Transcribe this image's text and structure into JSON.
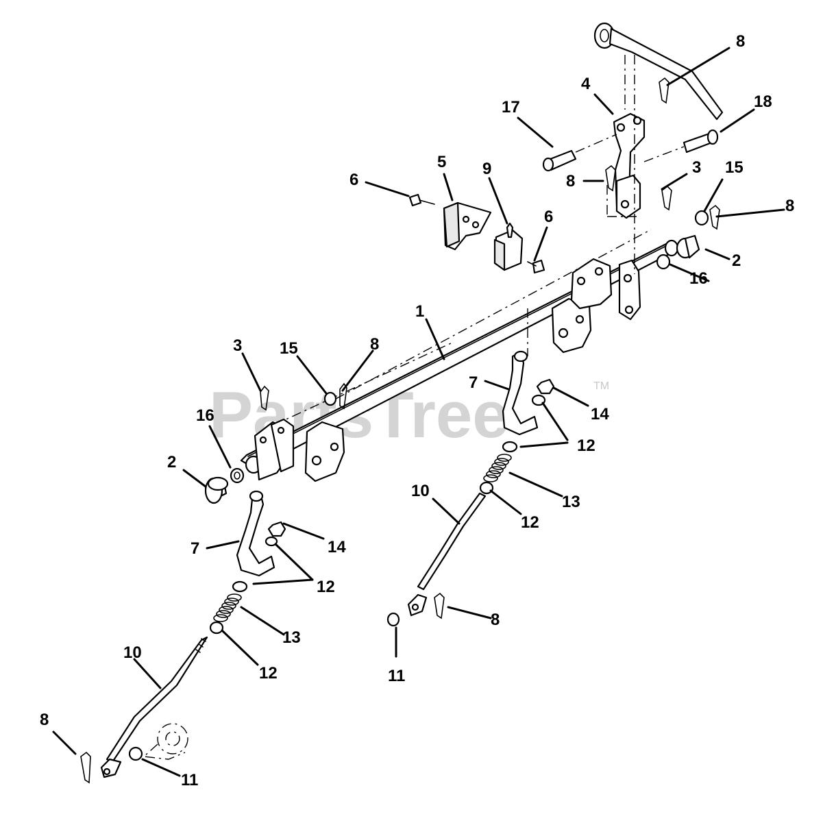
{
  "watermark": {
    "text": "PartsTree",
    "mark": "TM"
  },
  "callouts": [
    {
      "label": "1"
    },
    {
      "label": "2"
    },
    {
      "label": "2"
    },
    {
      "label": "3"
    },
    {
      "label": "3"
    },
    {
      "label": "4"
    },
    {
      "label": "5"
    },
    {
      "label": "6"
    },
    {
      "label": "6"
    },
    {
      "label": "7"
    },
    {
      "label": "7"
    },
    {
      "label": "8"
    },
    {
      "label": "8"
    },
    {
      "label": "8"
    },
    {
      "label": "8"
    },
    {
      "label": "8"
    },
    {
      "label": "8"
    },
    {
      "label": "9"
    },
    {
      "label": "10"
    },
    {
      "label": "10"
    },
    {
      "label": "11"
    },
    {
      "label": "11"
    },
    {
      "label": "12"
    },
    {
      "label": "12"
    },
    {
      "label": "12"
    },
    {
      "label": "12"
    },
    {
      "label": "13"
    },
    {
      "label": "13"
    },
    {
      "label": "14"
    },
    {
      "label": "14"
    },
    {
      "label": "15"
    },
    {
      "label": "15"
    },
    {
      "label": "16"
    },
    {
      "label": "16"
    },
    {
      "label": "17"
    },
    {
      "label": "18"
    }
  ]
}
